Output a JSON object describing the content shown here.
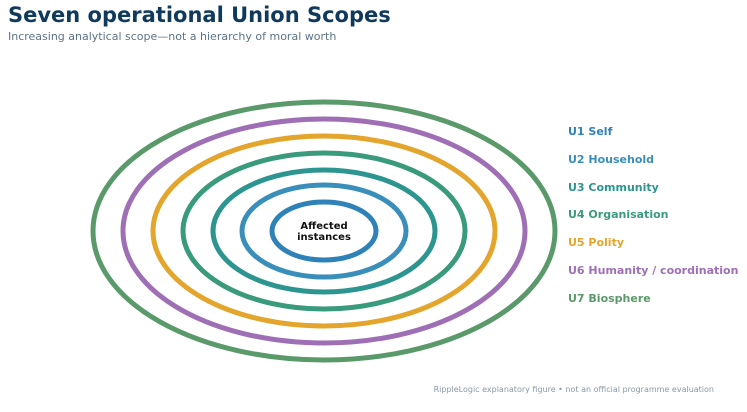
{
  "header": {
    "title": "Seven operational Union Scopes",
    "subtitle": "Increasing analytical scope—not a hierarchy of moral worth"
  },
  "center": {
    "line1": "Affected",
    "line2": "instances"
  },
  "scopes": [
    {
      "label": "U1 Self",
      "color": "#2f82b8"
    },
    {
      "label": "U2 Household",
      "color": "#3a8fba"
    },
    {
      "label": "U3 Community",
      "color": "#2d9590"
    },
    {
      "label": "U4 Organisation",
      "color": "#3a9a7c"
    },
    {
      "label": "U5 Polity",
      "color": "#e3a52b"
    },
    {
      "label": "U6 Humanity / coordination",
      "color": "#9f6fb5"
    },
    {
      "label": "U7 Biosphere",
      "color": "#5a9a6a"
    }
  ],
  "footer": {
    "note": "RippleLogic explanatory figure • not an official programme evaluation"
  }
}
